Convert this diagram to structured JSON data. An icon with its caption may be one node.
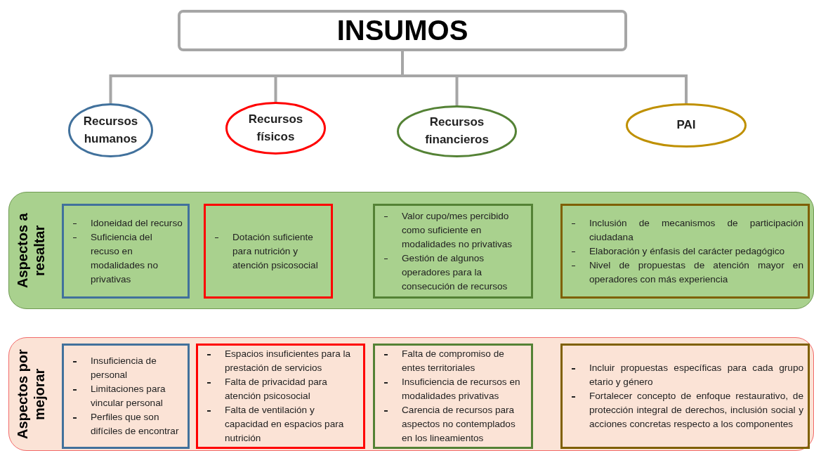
{
  "diagram": {
    "nodes": [
      {
        "text": [
          "INSUMOS"
        ]
      },
      {
        "text": [
          "Recursos humanos"
        ]
      },
      {
        "text": [
          "Recursos físicos"
        ]
      },
      {
        "text": [
          "Recursos financieros"
        ]
      },
      {
        "text": [
          "PAI"
        ]
      },
      {
        "text": [
          "Aspectos a resaltar"
        ]
      },
      {
        "text": [
          "Idoneidad del recurso",
          "Suficiencia del recuso en modalidades no privativas"
        ],
        "in": 5
      },
      {
        "text": [
          "Dotación suficiente para nutrición y atención psicosocial"
        ],
        "in": 5
      },
      {
        "text": [
          "Valor cupo/mes percibido como suficiente en modalidades no privativas",
          "Gestión de algunos operadores para la consecución de recursos"
        ],
        "in": 5
      },
      {
        "text": [
          "Inclusión de mecanismos de participación ciudadana",
          "Elaboración y énfasis del carácter pedagógico",
          "Nivel de propuestas de atención mayor en operadores con más experiencia"
        ],
        "in": 5
      },
      {
        "text": [
          "Aspectos por mejorar"
        ]
      },
      {
        "text": [
          "Insuficiencia de personal",
          "Limitaciones para vincular personal",
          "Perfiles que son difíciles de encontrar"
        ],
        "in": 10
      },
      {
        "text": [
          "Espacios insuficientes para la prestación de servicios",
          "Falta de privacidad para atención psicosocial",
          "Falta de ventilación y capacidad en espacios para nutrición"
        ],
        "in": 10
      },
      {
        "text": [
          "Falta de compromiso de entes territoriales",
          "Insuficiencia de recursos en modalidades privativas",
          "Carencia de recursos para aspectos no contemplados en los lineamientos"
        ],
        "in": 10
      },
      {
        "text": [
          "Incluir propuestas específicas para cada grupo etario y género",
          "Fortalecer concepto de enfoque restaurativo, de protección integral de derechos, inclusión social y acciones concretas respecto a los componentes"
        ],
        "in": 10
      }
    ],
    "edges": [
      {
        "from": 0,
        "to": 1,
        "arrow": "none"
      },
      {
        "from": 0,
        "to": 2,
        "arrow": "none"
      },
      {
        "from": 0,
        "to": 3,
        "arrow": "none"
      },
      {
        "from": 0,
        "to": 4,
        "arrow": "none"
      }
    ]
  }
}
